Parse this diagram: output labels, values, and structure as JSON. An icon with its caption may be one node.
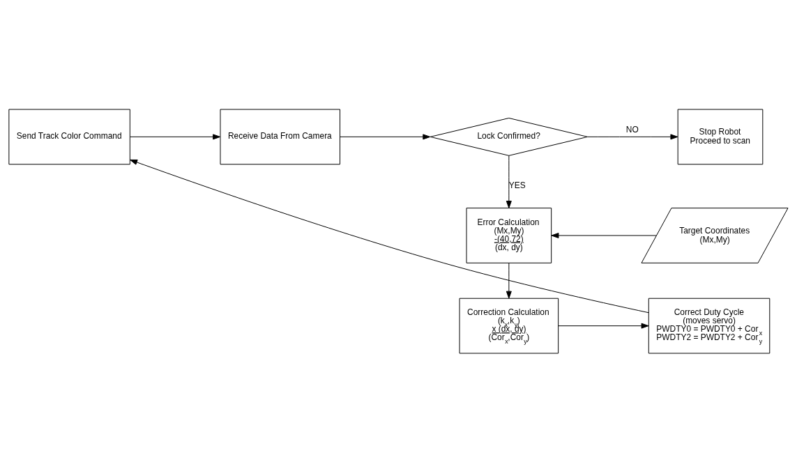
{
  "diagram": {
    "nodes": [
      {
        "text": [
          "Send Track Color Command"
        ]
      },
      {
        "text": [
          "Receive Data From Camera"
        ]
      },
      {
        "text": [
          "Lock Confirmed?"
        ]
      },
      {
        "text": [
          "Stop Robot",
          "Proceed to scan"
        ]
      },
      {
        "text": [
          "Error Calculation",
          "(Mx,My)",
          "-(40,72)",
          "(dx, dy)"
        ]
      },
      {
        "text": [
          "Target Coordinates",
          "(Mx,My)"
        ]
      },
      {
        "text": [
          "Correction Calculation",
          "(k$_{x}$,k$_{y}$)",
          "x (dx, dy)",
          "(Cor$_{x}$,Cor$_{y}$)"
        ]
      },
      {
        "text": [
          "Correct Duty Cycle",
          "(moves servo)",
          "PWDTY0 = PWDTY0 + Cor$_{x}$",
          "PWDTY2 = PWDTY2 + Cor$_{y}$"
        ]
      }
    ],
    "edges": [
      {
        "from": 0,
        "to": 1,
        "arrow": "to"
      },
      {
        "from": 1,
        "to": 2,
        "arrow": "to"
      },
      {
        "from": 2,
        "to": 3,
        "arrow": "to",
        "label": "NO"
      },
      {
        "from": 2,
        "to": 4,
        "arrow": "to",
        "label": "YES"
      },
      {
        "from": 5,
        "to": 4,
        "arrow": "to"
      },
      {
        "from": 4,
        "to": 6,
        "arrow": "to"
      },
      {
        "from": 6,
        "to": 7,
        "arrow": "to"
      },
      {
        "from": 7,
        "to": 0,
        "arrow": "to"
      }
    ]
  }
}
